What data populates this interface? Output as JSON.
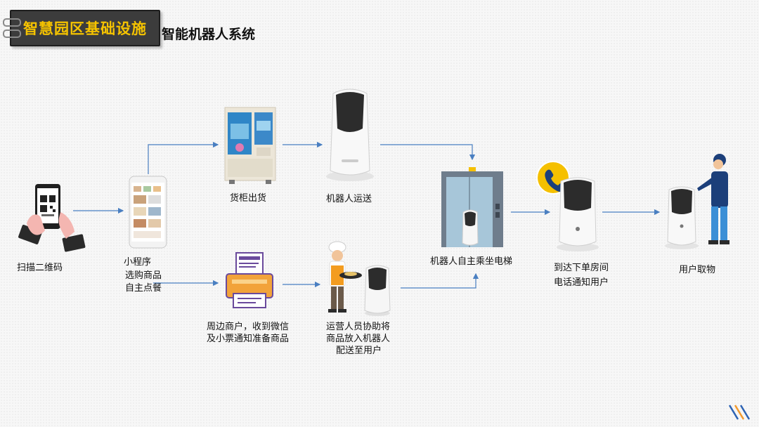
{
  "header": {
    "badge_title": "智慧园区基础设施",
    "subtitle": "智能机器人系统"
  },
  "steps": {
    "scan": "扫描二维码",
    "miniapp_1": "小程序",
    "miniapp_2": "选购商品",
    "miniapp_3": "自主点餐",
    "cabinet": "货柜出货",
    "robot_delivery": "机器人运送",
    "merchant_1": "周边商户，收到微信",
    "merchant_2": "及小票通知准备商品",
    "staff_1": "运营人员协助将",
    "staff_2": "商品放入机器人",
    "staff_3": "配送至用户",
    "elevator": "机器人自主乘坐电梯",
    "arrive_1": "到达下单房间",
    "arrive_2": "电话通知用户",
    "pickup": "用户取物"
  },
  "colors": {
    "badge_bg": "#3c3c3c",
    "badge_text": "#f5c300",
    "arrow": "#4a7fc1",
    "printer": "#f2a33a",
    "phone_circle": "#f5c000"
  }
}
